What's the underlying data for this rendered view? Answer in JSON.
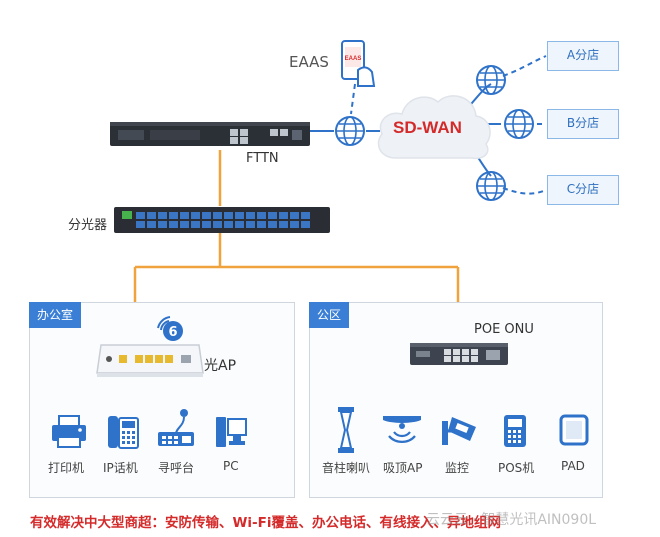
{
  "cloud_label": "SD-WAN",
  "eaas_label": "EAAS",
  "phone_screen_text": "EAAS",
  "olt_label": "FTTN",
  "splitter_label": "分光器",
  "stores": [
    "A分店",
    "B分店",
    "C分店"
  ],
  "office": {
    "title": "办公室",
    "ap_label": "光AP",
    "wifi_badge": "6",
    "devices": [
      "打印机",
      "IP话机",
      "寻呼台",
      "PC"
    ]
  },
  "park": {
    "title": "公区",
    "switch_label": "POE ONU",
    "devices": [
      "音柱喇叭",
      "吸顶AP",
      "监控",
      "POS机",
      "PAD"
    ]
  },
  "banner": "有效解决中大型商超：安防传输、Wi-Fi覆盖、办公电话、有线接入、异地组网",
  "watermark": "云云云 · 智慧光讯AIN090L",
  "colors": {
    "fiber": "#f0a33c",
    "accent": "#3a7fd5",
    "title_red": "#d42a2a",
    "link_blue": "#2f72c9"
  }
}
